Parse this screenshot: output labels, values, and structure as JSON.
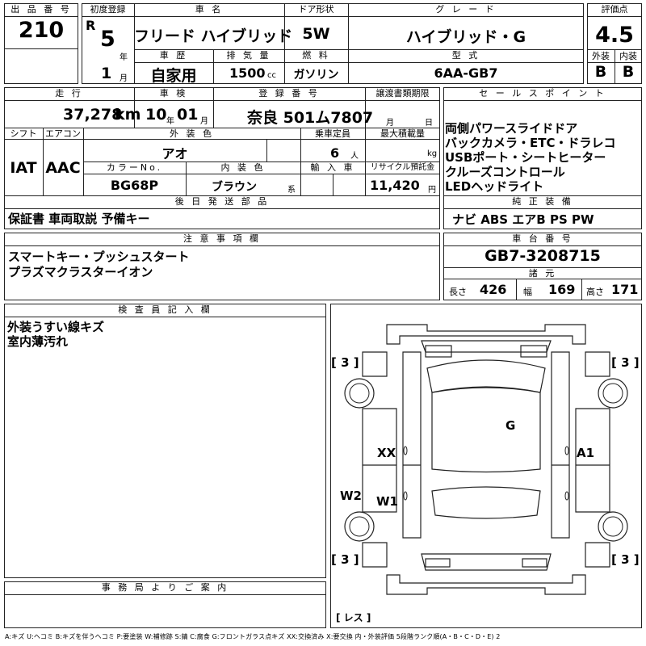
{
  "header": {
    "lot_no_label": "出 品 番 号",
    "lot_no": "210",
    "first_reg_label": "初度登録",
    "era": "R",
    "year_value": "5",
    "year_unit": "年",
    "month_value": "1",
    "month_unit": "月",
    "car_name_label": "車 名",
    "car_name": "フリード ハイブリッド",
    "door_label": "ドア形状",
    "door_value": "5W",
    "grade_label": "グ レ ー ド",
    "grade_value": "ハイブリッド・G",
    "score_label": "評価点",
    "score_value": "4.5",
    "history_label": "車 歴",
    "history_value": "自家用",
    "displacement_label": "排 気 量",
    "displacement_value": "1500",
    "displacement_unit": "cc",
    "fuel_label": "燃 料",
    "fuel_value": "ガソリン",
    "model_label": "型 式",
    "model_value": "6AA-GB7",
    "exterior_label": "外装",
    "exterior_value": "B",
    "interior_label": "内装",
    "interior_value": "B"
  },
  "details": {
    "mileage_label": "走 行",
    "mileage_value": "37,278",
    "mileage_unit": "km",
    "inspection_label": "車 検",
    "inspection_year": "10",
    "inspection_year_unit": "年",
    "inspection_month": "01",
    "inspection_month_unit": "月",
    "plate_label": "登 録 番 号",
    "plate_value": "奈良 501ム7807",
    "transfer_label": "譲渡書類期限",
    "transfer_month_unit": "月",
    "transfer_day_unit": "日",
    "shift_label": "シフト",
    "shift_value": "IAT",
    "ac_label": "エアコン",
    "ac_value": "AAC",
    "color_label": "外 装 色",
    "color_value": "アオ",
    "capacity_label": "乗車定員",
    "capacity_value": "6",
    "capacity_unit": "人",
    "load_label": "最大積載量",
    "load_unit": "kg",
    "color_no_label": "カラーNo.",
    "color_no_value": "BG68P",
    "interior_color_label": "内 装 色",
    "interior_color_value": "ブラウン",
    "interior_color_unit": "系",
    "import_label": "輸 入 車",
    "recycle_label": "リサイクル預託金",
    "recycle_value": "11,420",
    "recycle_unit": "円",
    "later_parts_label": "後 日 発 送 部 品",
    "later_parts_value": "保証書 車両取説 予備キー"
  },
  "sales_points": {
    "label": "セ ー ル ス ポ イ ン ト",
    "items": [
      "両側パワースライドドア",
      "バックカメラ・ETC・ドラレコ",
      "USBポート・シートヒーター",
      "クルーズコントロール",
      "LEDヘッドライト"
    ]
  },
  "equipment": {
    "label": "純 正 装 備",
    "value": "ナビ ABS エアB PS PW"
  },
  "notes": {
    "label": "注 意 事 項 欄",
    "lines": [
      "スマートキー・プッシュスタート",
      "プラズマクラスターイオン"
    ]
  },
  "chassis": {
    "label": "車 台 番 号",
    "value": "GB7-3208715",
    "dims_label": "諸 元",
    "length_label": "長さ",
    "length_value": "426",
    "width_label": "幅",
    "width_value": "169",
    "height_label": "高さ",
    "height_value": "171"
  },
  "inspector": {
    "label": "検 査 員 記 入 欄",
    "lines": [
      "外装うすい線キズ",
      "室内薄汚れ"
    ]
  },
  "office": {
    "label": "事 務 局 よ り ご 案 内"
  },
  "diagram": {
    "tire_fl": "[ 3 ]",
    "tire_fr": "[ 3 ]",
    "tire_rl": "[ 3 ]",
    "tire_rr": "[ 3 ]",
    "spare": "[ レス ]",
    "mark_g": "G",
    "mark_xx": "XX",
    "mark_a1": "A1",
    "mark_w2": "W2",
    "mark_w1": "W1"
  },
  "legend": "A:キズ U:ヘコミ B:キズを伴うヘコミ P:要塗装 W:補修跡 S:錆 C:腐食 G:フロントガラス点キズ XX:交換済み X:要交換 内・外装評価 5段階ランク順(A・B・C・D・E) 2"
}
